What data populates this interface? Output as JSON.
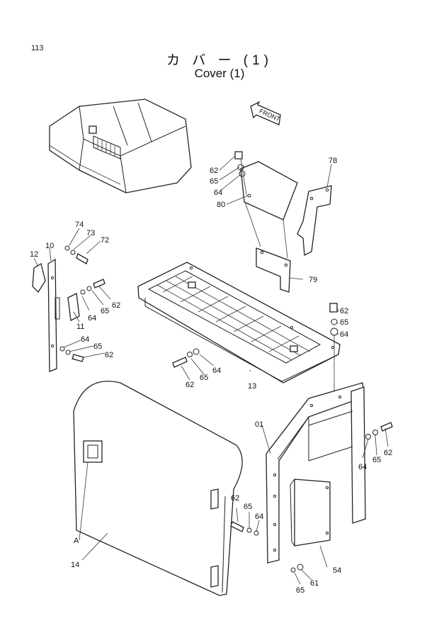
{
  "header": {
    "page_number": "113",
    "title_jp": "カ バ ー (1)",
    "title_en": "Cover (1)"
  },
  "diagram": {
    "front_arrow_label": "FRONT",
    "part_labels": {
      "p62_a": "62",
      "p65_a": "65",
      "p64_a": "64",
      "p80": "80",
      "p78": "78",
      "p79": "79",
      "p74": "74",
      "p73": "73",
      "p72": "72",
      "p12": "12",
      "p10": "10",
      "p11": "11",
      "p62_b": "62",
      "p65_b": "65",
      "p64_b": "64",
      "p64_c": "64",
      "p65_c": "65",
      "p62_c": "62",
      "p62_d": "62",
      "p65_d": "65",
      "p64_d": "64",
      "p64_e": "64",
      "p65_e": "65",
      "p62_e": "62",
      "p13": "13",
      "p01": "01",
      "p64_f": "64",
      "p65_f": "65",
      "p62_f": "62",
      "p62_g": "62",
      "p65_g": "65",
      "p64_g": "64",
      "pA": "A",
      "p14": "14",
      "p54": "54",
      "p65_h": "65",
      "p61": "61"
    }
  }
}
